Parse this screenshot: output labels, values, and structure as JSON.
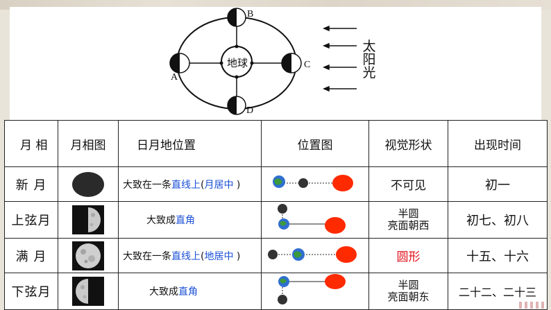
{
  "diagram": {
    "earth_label": "地球",
    "points": {
      "A": "A",
      "B": "B",
      "C": "C",
      "D": "D"
    },
    "sun_label": [
      "太",
      "阳",
      "光"
    ]
  },
  "table": {
    "headers": [
      "月 相",
      "月相图",
      "日月地位置",
      "位置图",
      "视觉形状",
      "出现时间"
    ],
    "rows": [
      {
        "phase": "新 月",
        "moon_icon": "new-moon-icon",
        "position_a": "大致在一条",
        "position_b": "直线上",
        "position_c": "(",
        "position_d": "月居中",
        "position_e": " )",
        "shape": "不可见",
        "time": "初一"
      },
      {
        "phase": "上弦月",
        "moon_icon": "first-quarter-icon",
        "position_a": "大致成",
        "position_b": "直角",
        "shape_line1": "半圆",
        "shape_line2": "亮面朝西",
        "time": "初七、初八"
      },
      {
        "phase": "满 月",
        "moon_icon": "full-moon-icon",
        "position_a": "大致在一条",
        "position_b": "直线上",
        "position_c": "(",
        "position_d": "地居中",
        "position_e": " )",
        "shape": "圆形",
        "time": "十五、十六"
      },
      {
        "phase": "下弦月",
        "moon_icon": "last-quarter-icon",
        "position_a": "大致成",
        "position_b": "直角",
        "shape_line1": "半圆",
        "shape_line2": "亮面朝东",
        "time": "二十二、二十三"
      }
    ]
  },
  "colors": {
    "blue": "#1a4fd6",
    "red": "#e0101a",
    "pink": "#d329c9",
    "sun": "#ff2a00",
    "moon_dark": "#222222"
  }
}
